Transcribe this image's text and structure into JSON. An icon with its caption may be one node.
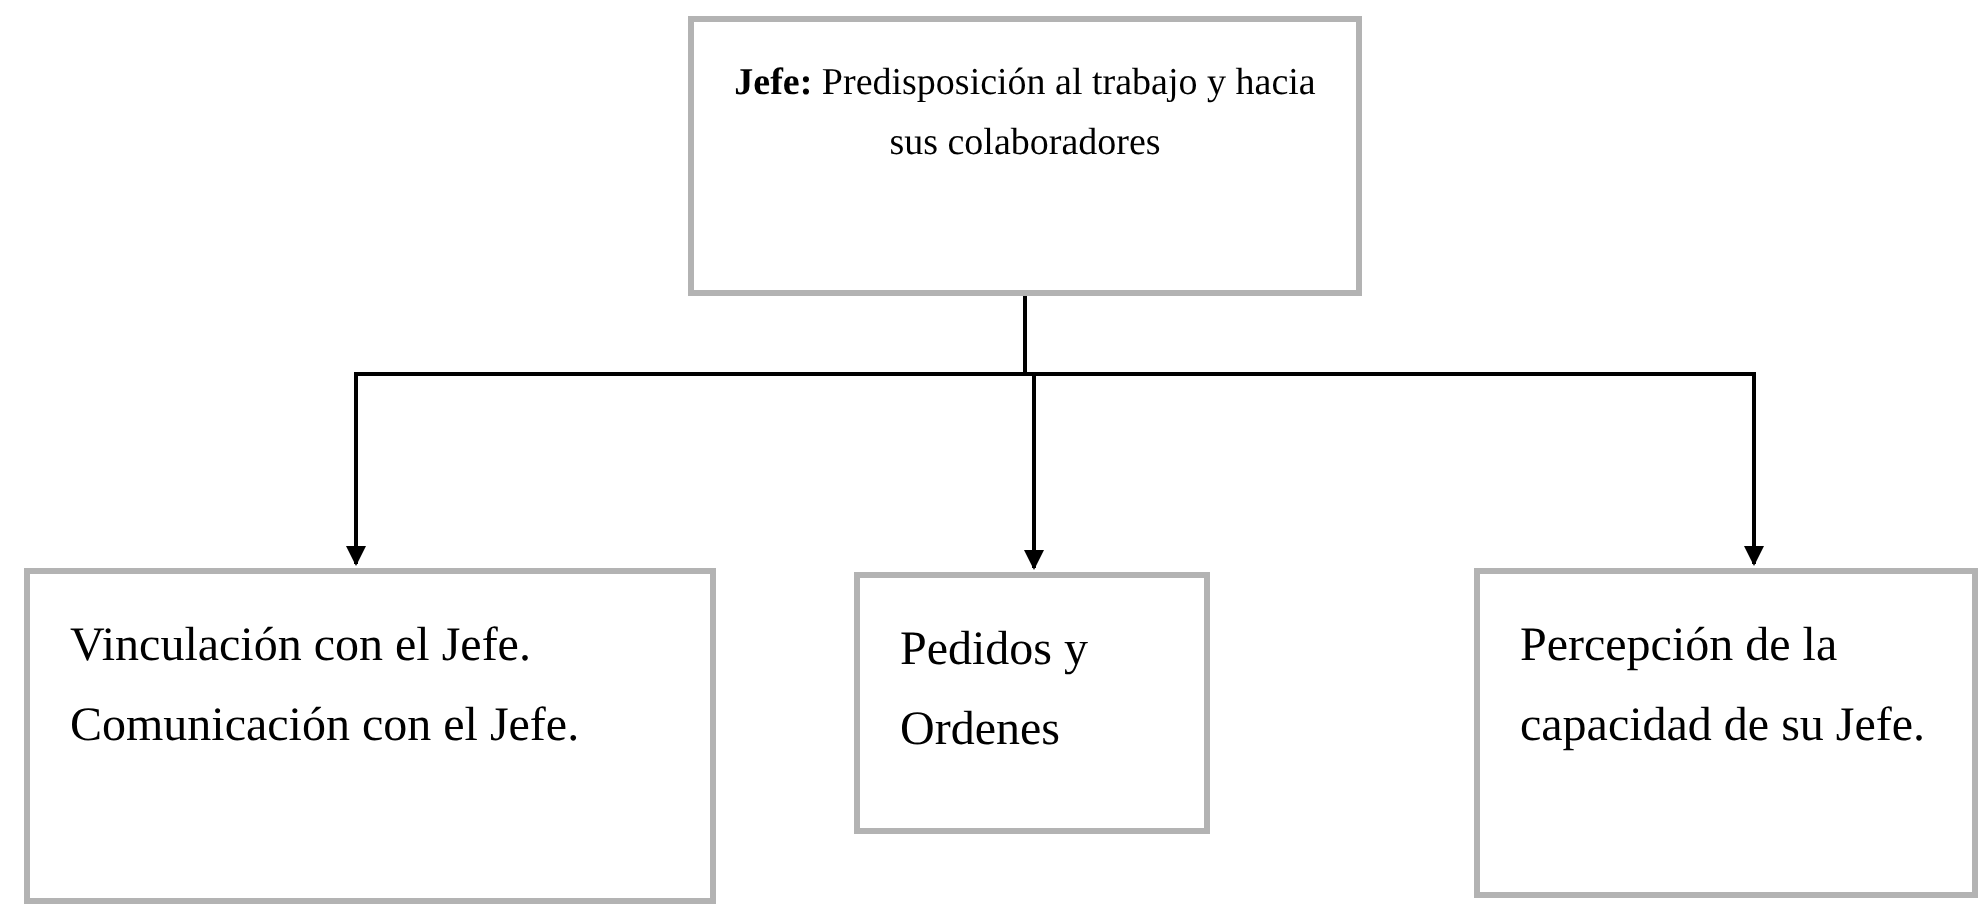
{
  "diagram": {
    "nodes": [
      {
        "text": [
          "**Jefe:** Predisposición al trabajo y hacia sus colaboradores"
        ]
      },
      {
        "text": [
          "Vinculación con el Jefe. Comunicación con el Jefe."
        ]
      },
      {
        "text": [
          "Pedidos y Ordenes"
        ]
      },
      {
        "text": [
          "Percepción de la capacidad de su Jefe."
        ]
      }
    ],
    "edges": [
      {
        "from": 0,
        "to": 1,
        "arrow": "to"
      },
      {
        "from": 0,
        "to": 2,
        "arrow": "to"
      },
      {
        "from": 0,
        "to": 3,
        "arrow": "to"
      }
    ]
  }
}
